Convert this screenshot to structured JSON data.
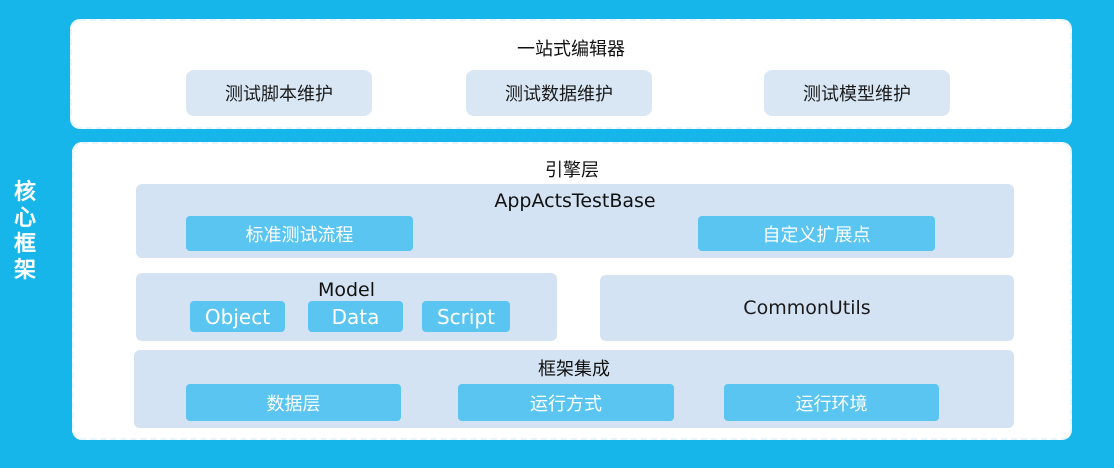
{
  "side_label": "核心框架",
  "editor": {
    "title": "一站式编辑器",
    "items": [
      "测试脚本维护",
      "测试数据维护",
      "测试模型维护"
    ]
  },
  "engine": {
    "title": "引擎层",
    "base": {
      "title": "AppActsTestBase",
      "items": [
        "标准测试流程",
        "自定义扩展点"
      ]
    },
    "model": {
      "title": "Model",
      "items": [
        "Object",
        "Data",
        "Script"
      ]
    },
    "common_utils": "CommonUtils",
    "integration": {
      "title": "框架集成",
      "items": [
        "数据层",
        "运行方式",
        "运行环境"
      ]
    }
  }
}
